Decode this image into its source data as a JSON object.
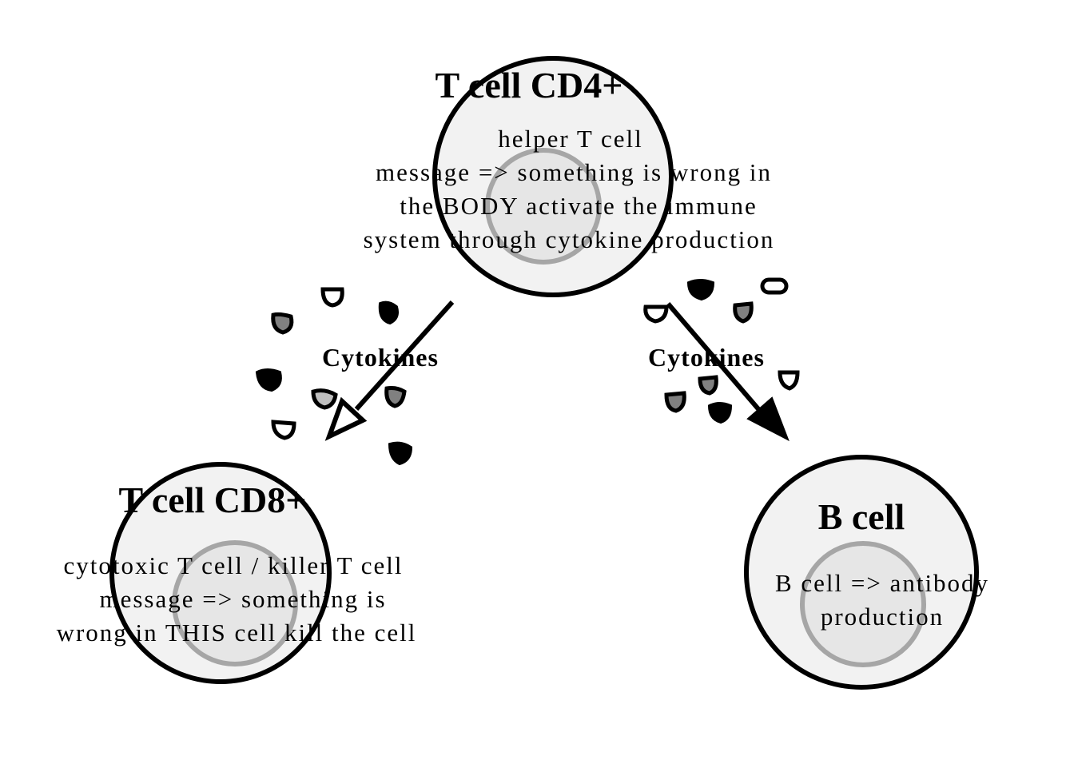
{
  "cells": {
    "cd4": {
      "title": "T cell CD4+",
      "lines": [
        "helper T cell",
        "message  =>  something is wrong in",
        "the BODY activate the immune",
        "system through cytokine production"
      ]
    },
    "cd8": {
      "title": "T cell CD8+",
      "lines": [
        "cytotoxic T cell / killer T cell",
        "message => something is",
        "wrong in THIS cell kill the cell"
      ]
    },
    "bcell": {
      "title": "B cell",
      "lines": [
        "B cell  => antibody",
        "production"
      ]
    }
  },
  "arrows": {
    "left_label": "Cytokines",
    "right_label": "Cytokines"
  },
  "colors": {
    "cell_fill": "#f2f2f2",
    "nucleus_stroke": "#a6a6a6",
    "nucleus_fill": "#e6e6e6",
    "outline": "#000000",
    "cytokine_gray": "#808080",
    "cytokine_light": "#bfbfbf"
  }
}
